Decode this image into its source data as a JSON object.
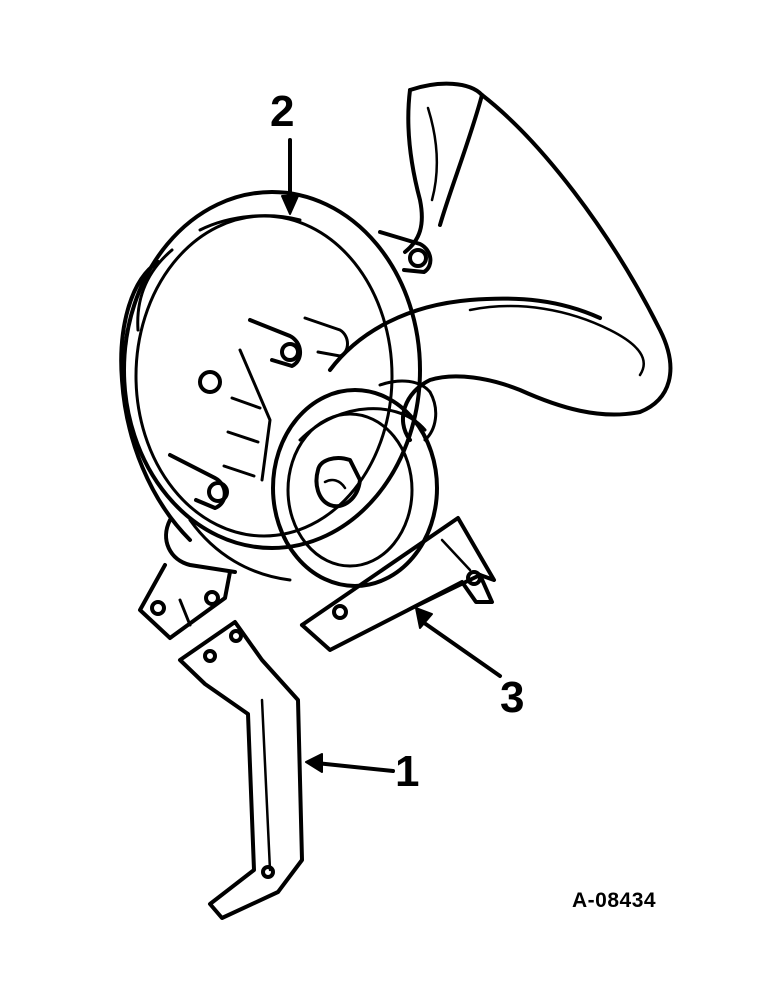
{
  "callouts": {
    "bracket_1": "1",
    "horn_2": "2",
    "bracket_3": "3"
  },
  "figure_code": "A-08434",
  "colors": {
    "ink": "#000000",
    "paper": "#ffffff"
  }
}
